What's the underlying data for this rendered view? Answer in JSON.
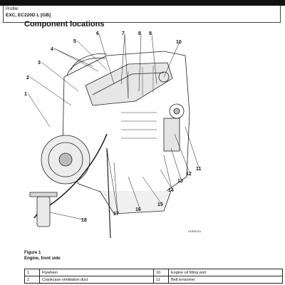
{
  "header": {
    "profile_label": "Profile:",
    "profile_value": "EXC, EC220D L [GB]"
  },
  "section_title": "Component locations",
  "figure": {
    "code": "V1005701",
    "callouts": [
      "1",
      "2",
      "3",
      "4",
      "5",
      "6",
      "7",
      "8",
      "9",
      "10",
      "11",
      "12",
      "13",
      "14",
      "15",
      "16",
      "17",
      "18"
    ]
  },
  "caption": {
    "label": "Figure 1",
    "title": "Engine, front side"
  },
  "legend": [
    {
      "n1": "1",
      "t1": "Flywheel",
      "n2": "10",
      "t2": "Engine oil filling port"
    },
    {
      "n1": "2",
      "t1": "Crankcase ventilation duct",
      "n2": "11",
      "t2": "Belt tensioner"
    }
  ]
}
